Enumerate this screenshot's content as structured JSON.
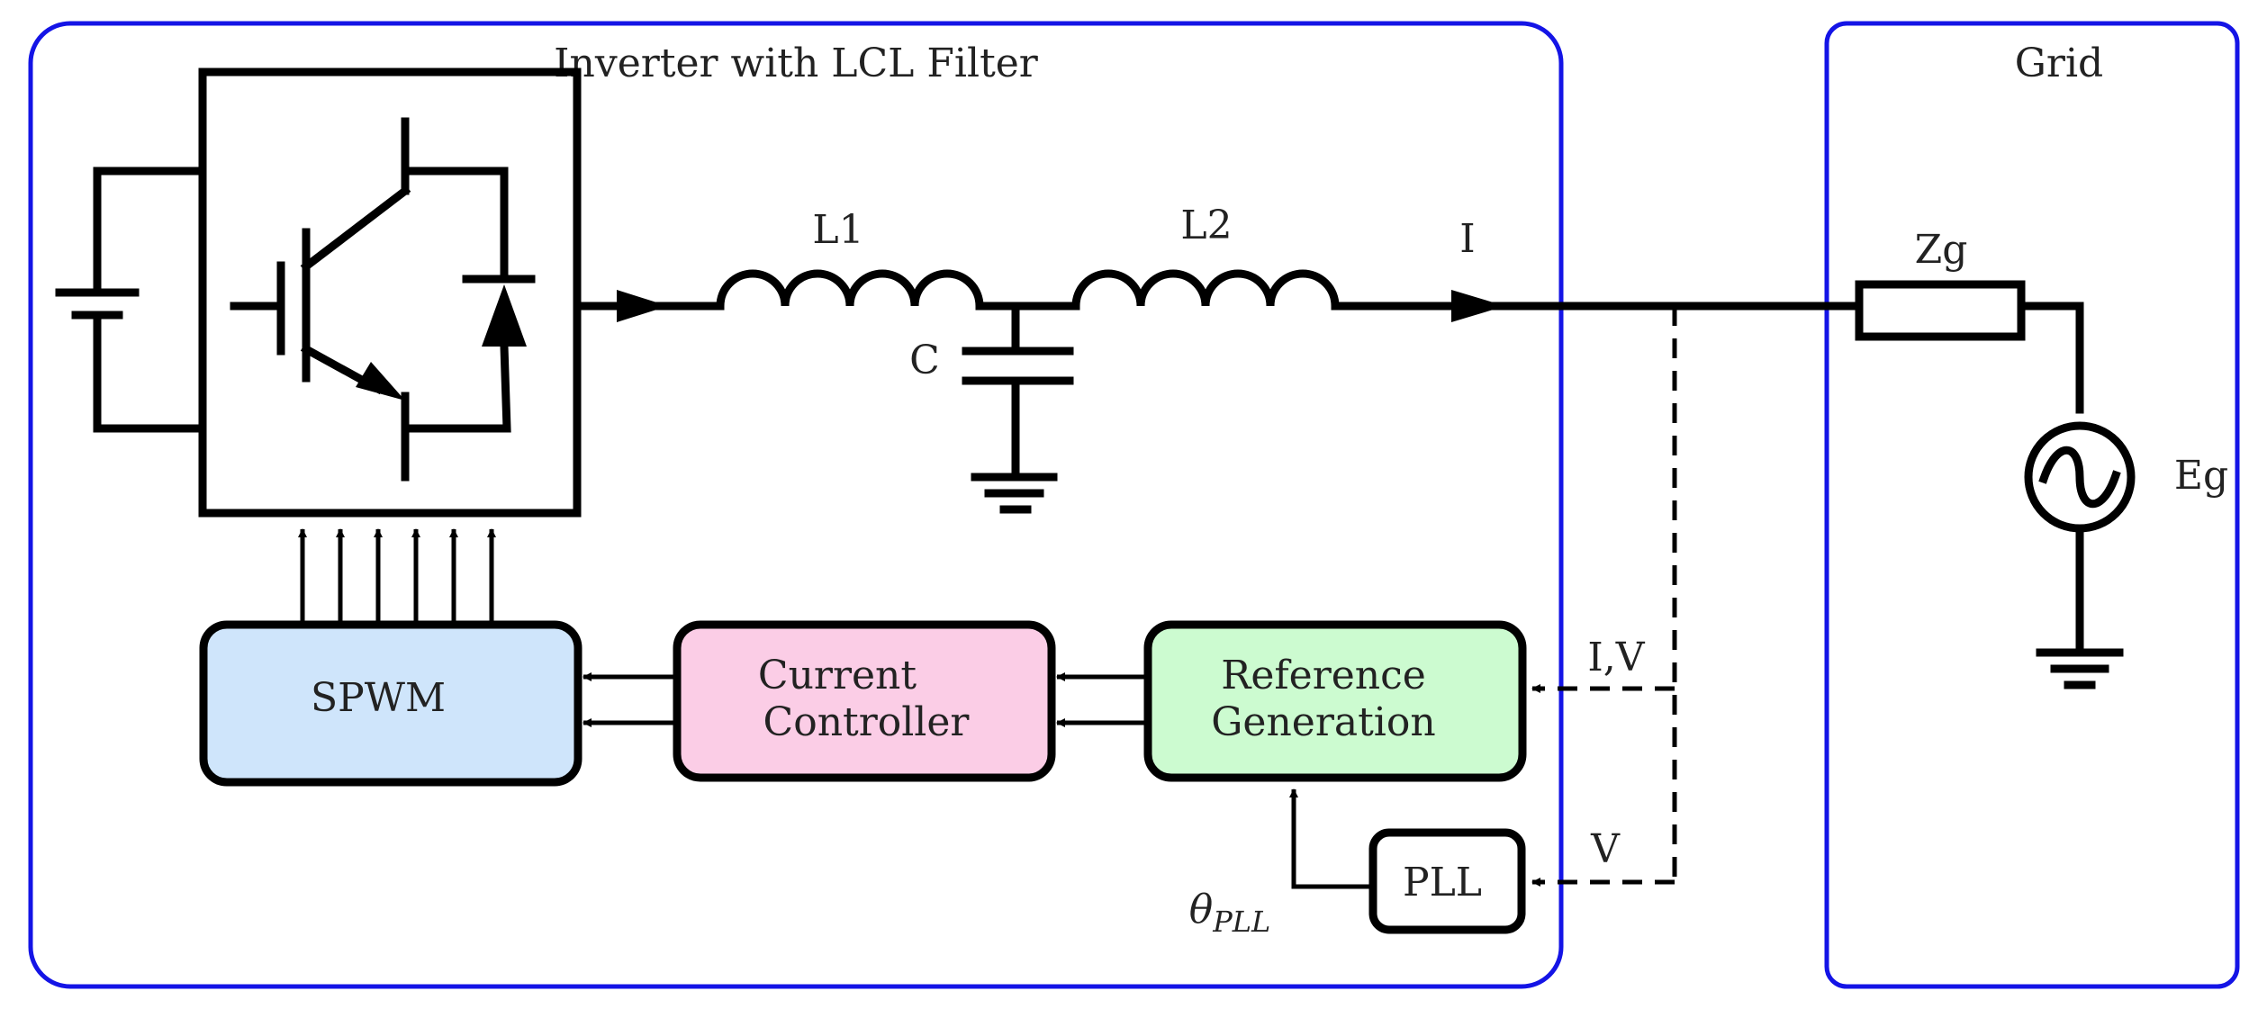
{
  "title_inverter": "Inverter with LCL Filter",
  "title_grid": "Grid",
  "labels": {
    "l1": "L1",
    "l2": "L2",
    "c": "C",
    "i": "I",
    "zg": "Zg",
    "eg": "Eg",
    "iv": "I,V",
    "v": "V",
    "theta_base": "θ",
    "theta_sub": "PLL"
  },
  "blocks": {
    "spwm": {
      "label": "SPWM",
      "color": "#cfe5fb"
    },
    "current_controller": {
      "line1": "Current",
      "line2": "Controller",
      "color": "#fbcde6"
    },
    "reference_generation": {
      "line1": "Reference",
      "line2": "Generation",
      "color": "#ccfbd0"
    },
    "pll": {
      "label": "PLL",
      "color": "#ffffff"
    }
  },
  "colors": {
    "panel_border": "#1414e6",
    "wire": "#000000"
  }
}
